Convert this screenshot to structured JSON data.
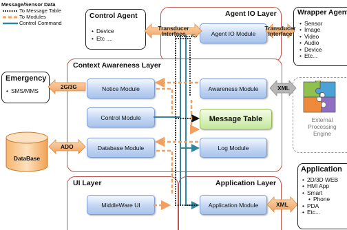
{
  "legend": {
    "title": "Message/Sensor Data",
    "items": [
      "To Message Table",
      "To Modules",
      "Control Command"
    ]
  },
  "control_agent": {
    "title": "Control Agent",
    "items": [
      "Device",
      "Etc ...."
    ]
  },
  "agent_io_layer": {
    "title": "Agent IO Layer",
    "module": "Agent IO Module"
  },
  "wrapper_agent": {
    "title": "Wrapper Agent",
    "items": [
      "Sensor",
      "Image",
      "Video",
      "Audio",
      "Device",
      "Etc..."
    ]
  },
  "transducer": {
    "line1": "Transducer",
    "line2": "Interface"
  },
  "context_layer": {
    "title": "Context Awareness Layer",
    "notice": "Notice Module",
    "awareness": "Awareness Module",
    "control": "Control Module",
    "message_table": "Message Table",
    "database": "Database Module",
    "log": "Log Module"
  },
  "emergency": {
    "title": "Emergency",
    "items": [
      "SMS/MMS"
    ]
  },
  "arrow_2g3g": "2G/3G",
  "arrow_ado": "ADO",
  "database_label": "DataBase",
  "xml_label": "XML",
  "external_engine": {
    "line1": "External",
    "line2": "Processing",
    "line3": "Engine"
  },
  "ui_layer": {
    "title": "UI Layer",
    "module": "MiddleWare UI"
  },
  "application_layer": {
    "title": "Application Layer",
    "module": "Application Module"
  },
  "application_box": {
    "title": "Application",
    "items": [
      "2D/3D WEB",
      "HMI App",
      "Smart",
      "Phone",
      "PDA",
      "Etc..."
    ]
  },
  "colors": {
    "layer_border": "#c0504d",
    "module_fill": "#c3d6f2",
    "orange_arrow": "#f0a060",
    "teal_command": "#31849b",
    "message_table_fill": "#d7f0b8"
  }
}
